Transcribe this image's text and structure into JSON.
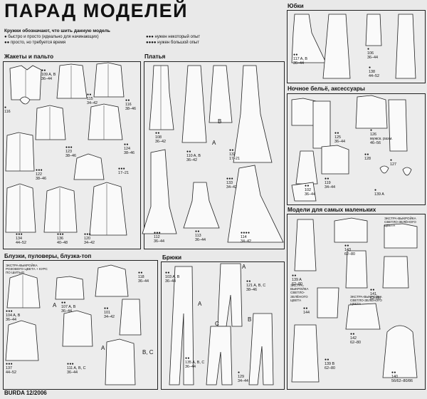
{
  "page": {
    "title": "ПАРАД МОДЕЛЕЙ",
    "legend": {
      "heading": "Кружки обозначают, что шить данную модель",
      "l1": "быстро и просто (идеально для начинающих)",
      "l2": "просто, но требуется время",
      "l3": "нужен некоторый опыт",
      "l4": "нужен большой опыт",
      "dots1": "●",
      "dots2": "●●",
      "dots3": "●●●",
      "dots4": "●●●●"
    },
    "footer": "BURDA 12/2006"
  },
  "sections": {
    "jackets": "Жакеты и пальто",
    "dresses": "Платья",
    "skirts": "Юбки",
    "nightwear": "Ночное бельё, аксессуары",
    "kids": "Модели для самых маленьких",
    "blouses": "Блузки, пуловеры, блузка-топ",
    "trousers": "Брюки"
  },
  "labels": {
    "j116": {
      "d": "●",
      "t": "116"
    },
    "j109": {
      "d": "●●",
      "t": "109 A, B\n36–44"
    },
    "j115": {
      "d": "●●",
      "t": "115\n34–42"
    },
    "j116b": {
      "d": "●●",
      "t": "116\n38–46"
    },
    "j123": {
      "d": "●●●",
      "t": "123\n38–46"
    },
    "j124": {
      "d": "●●",
      "t": "124\n38–46"
    },
    "j122": {
      "d": "●●●",
      "t": "122\n38–46"
    },
    "j1721": {
      "d": "●●●",
      "t": "17–21"
    },
    "j134": {
      "d": "●●●",
      "t": "134\n44–52"
    },
    "j136": {
      "d": "●●●",
      "t": "136\n40–48"
    },
    "j120": {
      "d": "●●●",
      "t": "120\n34–42"
    },
    "d108": {
      "d": "●●",
      "t": "108\n36–42"
    },
    "d110": {
      "d": "●●",
      "t": "110 A, B\n36–42"
    },
    "d132": {
      "d": "●●",
      "t": "132\n17–21"
    },
    "d133": {
      "d": "●●●",
      "t": "133\n34–42"
    },
    "d112": {
      "d": "●●●",
      "t": "112\n36–44"
    },
    "d113": {
      "d": "●●",
      "t": "113\n36–44"
    },
    "d114": {
      "d": "●●●●",
      "t": "114\n34–42"
    },
    "s117": {
      "d": "●●",
      "t": "117 A, B\n36–44"
    },
    "s106": {
      "d": "●",
      "t": "106\n36–44"
    },
    "s138": {
      "d": "●",
      "t": "138\n44–52"
    },
    "n125": {
      "d": "●●",
      "t": "125\n36–44"
    },
    "n126": {
      "d": "●",
      "t": "126\nмужск. разм.\n46–56"
    },
    "n128": {
      "d": "●●",
      "t": "128"
    },
    "n119": {
      "d": "●●",
      "t": "119\n34–44"
    },
    "n102": {
      "d": "●●",
      "t": "102\n36–44"
    },
    "n127": {
      "d": "●",
      "t": "127"
    },
    "n139": {
      "d": "●",
      "t": "139 A"
    },
    "k139": {
      "d": "●●",
      "t": "139 A\n62–80"
    },
    "k143": {
      "d": "●●",
      "t": "143\n62–80"
    },
    "k141": {
      "d": "●●",
      "t": "141\n62–80"
    },
    "k144": {
      "d": "●●",
      "t": "144"
    },
    "k142": {
      "d": "●●",
      "t": "142\n62–80"
    },
    "k139b": {
      "d": "●●",
      "t": "139 B\n62–80"
    },
    "k140": {
      "d": "●●",
      "t": "140\n56/62–80/86"
    },
    "b104": {
      "d": "●●●",
      "t": "104 A, B\n36–44"
    },
    "b107": {
      "d": "●●",
      "t": "107 A, B\n36–44"
    },
    "b118": {
      "d": "●●",
      "t": "118\n36–44"
    },
    "b101": {
      "d": "●●",
      "t": "101\n34–42"
    },
    "b137": {
      "d": "●●●",
      "t": "137\n44–52"
    },
    "b111": {
      "d": "●●●",
      "t": "111 A, B, C\n36–44"
    },
    "t103": {
      "d": "●●",
      "t": "103 A, B\n36–44"
    },
    "t121": {
      "d": "●●",
      "t": "121 A, B, C\n38–46"
    },
    "t135": {
      "d": "●●",
      "t": "135 A, B, C\n36–44"
    },
    "t129": {
      "d": "●",
      "t": "129\n34–44"
    }
  },
  "notes": {
    "blouse_extra": "ЭКСТРА-ВЫКРОЙКА\nРОЗОВОГО ЦВЕТА + КУРС\nПО ШИТЬЮ",
    "kids_extra1": "ЭКСТРА-ВЫКРОЙКА\nСВЕТЛО-ЗЕЛЁНОГО\nЦВЕТА",
    "kids_extra2": "ЭКСТРА-\nВЫКРОЙКА\nСВЕТЛО-\nЗЕЛЁНОГО\nЦВЕТА",
    "kids_extra3": "ЭКСТРА-ВЫКРОЙКА\nСВЕТЛО-ЗЕЛЁНОГО\nЦВЕТА"
  },
  "marks": {
    "A": "A",
    "B": "B",
    "C": "C",
    "BC": "B, C"
  }
}
